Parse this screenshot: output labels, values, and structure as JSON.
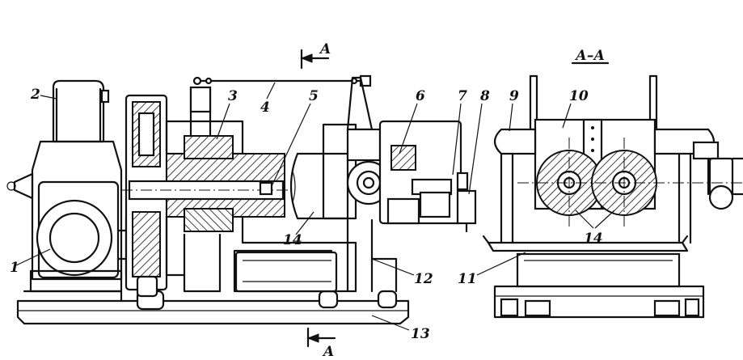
{
  "labels": {
    "l1": "1",
    "l2": "2",
    "l3": "3",
    "l4": "4",
    "l5": "5",
    "l6": "6",
    "l7": "7",
    "l8": "8",
    "l9": "9",
    "l10": "10",
    "l11": "11",
    "l12": "12",
    "l13": "13",
    "l14a": "14",
    "l14b": "14"
  },
  "section": {
    "marker_top": "A",
    "marker_bottom": "A",
    "title": "А–А"
  }
}
